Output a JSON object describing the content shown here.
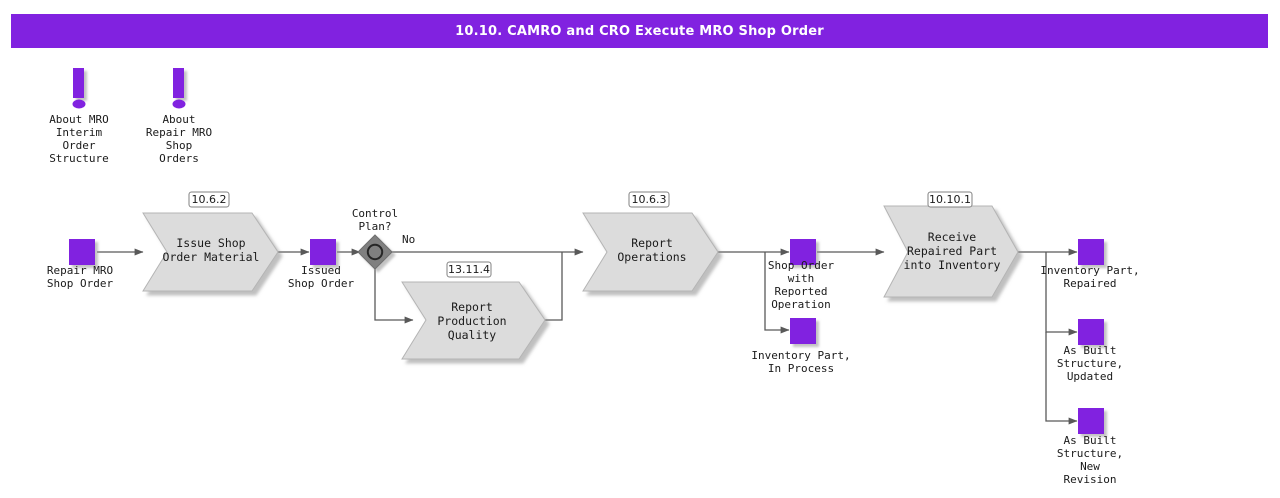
{
  "header": {
    "title": "10.10. CAMRO and CRO Execute MRO Shop Order",
    "bar_color": "#8122e0",
    "title_color": "#ffffff"
  },
  "theme": {
    "data_object_color": "#8122e0",
    "process_fill": "#dcdcdc",
    "process_stroke": "#b4b4b4",
    "gateway_fill": "#808080",
    "gateway_stroke": "#4d4d4d",
    "connector_color": "#595959",
    "badge_fill": "#ffffff",
    "badge_stroke": "#808080",
    "canvas_background": "#ffffff"
  },
  "annotations": [
    {
      "id": "annotation-mro-interim-order-structure",
      "icon": "exclamation-icon",
      "lines": [
        "About MRO",
        "Interim",
        "Order",
        "Structure"
      ]
    },
    {
      "id": "annotation-repair-mro-shop-orders",
      "icon": "exclamation-icon",
      "lines": [
        "About",
        "Repair MRO",
        "Shop",
        "Orders"
      ]
    }
  ],
  "data_objects": [
    {
      "id": "data-object-repair-mro-shop-order",
      "lines": [
        "Repair MRO",
        "Shop Order"
      ]
    },
    {
      "id": "data-object-issued-shop-order",
      "lines": [
        "Issued",
        "Shop Order"
      ]
    },
    {
      "id": "data-object-shop-order-with-reported-operation",
      "lines": [
        "Shop Order",
        "with",
        "Reported",
        "Operation"
      ]
    },
    {
      "id": "data-object-inventory-part-in-process",
      "lines": [
        "Inventory Part,",
        "In Process"
      ]
    },
    {
      "id": "data-object-inventory-part-repaired",
      "lines": [
        "Inventory Part,",
        "Repaired"
      ]
    },
    {
      "id": "data-object-as-built-structure-updated",
      "lines": [
        "As Built",
        "Structure,",
        "Updated"
      ]
    },
    {
      "id": "data-object-as-built-structure-new-revision",
      "lines": [
        "As Built",
        "Structure,",
        "New",
        "Revision"
      ]
    }
  ],
  "processes": [
    {
      "id": "process-issue-shop-order-material",
      "badge": "10.6.2",
      "lines": [
        "Issue Shop",
        "Order Material"
      ]
    },
    {
      "id": "process-report-production-quality",
      "badge": "13.11.4",
      "lines": [
        "Report",
        "Production",
        "Quality"
      ]
    },
    {
      "id": "process-report-operations",
      "badge": "10.6.3",
      "lines": [
        "Report",
        "Operations"
      ]
    },
    {
      "id": "process-receive-repaired-part-into-inventory",
      "badge": "10.10.1",
      "lines": [
        "Receive",
        "Repaired Part",
        "into Inventory"
      ]
    }
  ],
  "gateway": {
    "id": "gateway-control-plan",
    "lines": [
      "Control",
      "Plan?"
    ],
    "type": "event-based-gateway"
  },
  "flow_labels": [
    {
      "id": "flow-label-no",
      "text": "No"
    }
  ]
}
